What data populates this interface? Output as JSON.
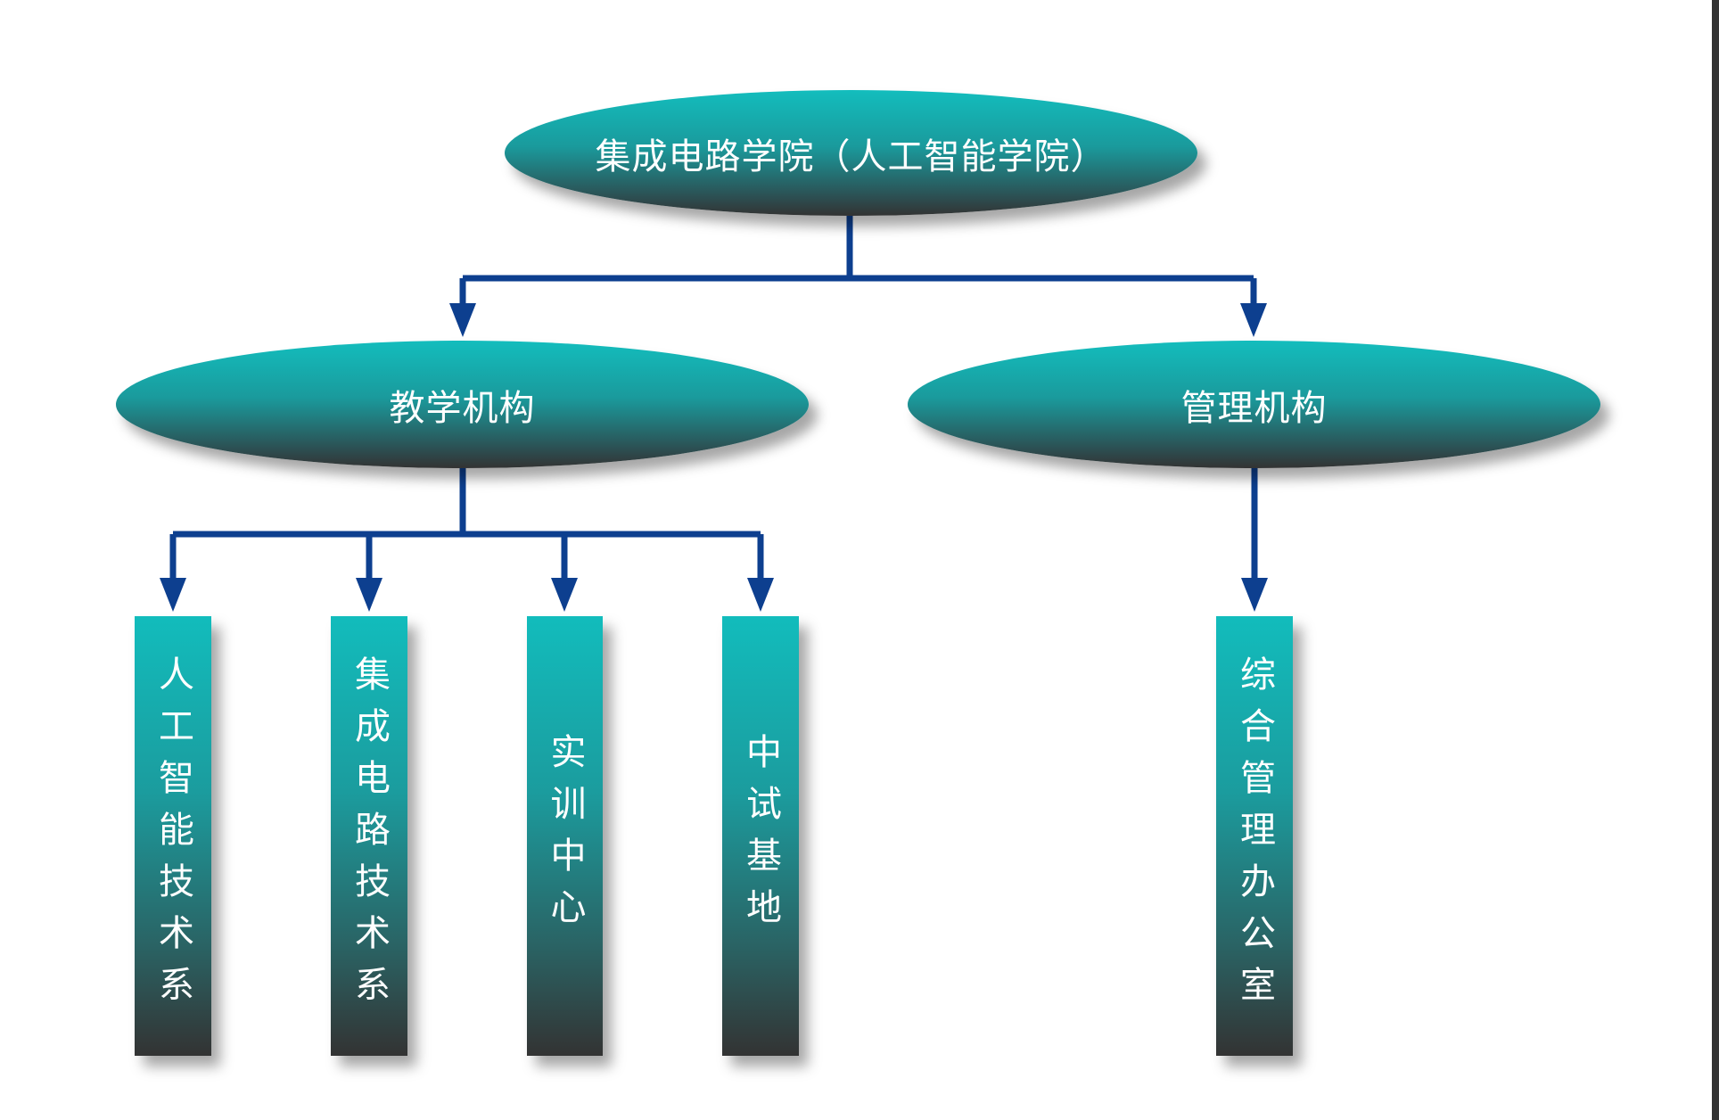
{
  "diagram": {
    "root": {
      "label": "集成电路学院（人工智能学院）"
    },
    "branches": [
      {
        "label": "教学机构",
        "children": [
          "人工智能技术系",
          "集成电路技术系",
          "实训中心",
          "中试基地"
        ]
      },
      {
        "label": "管理机构",
        "children": [
          "综合管理办公室"
        ]
      }
    ],
    "colors": {
      "node_top": "#13bdbd",
      "node_bottom": "#333333",
      "connector": "#0d3f8f"
    }
  }
}
